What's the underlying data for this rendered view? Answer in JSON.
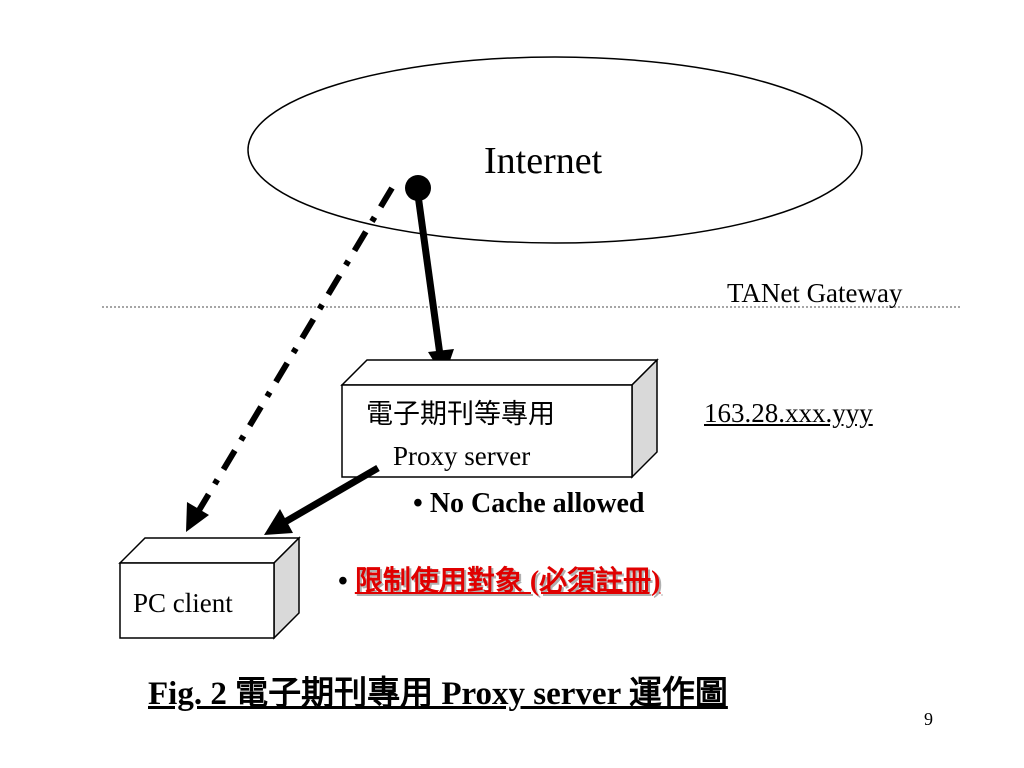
{
  "internet_label": "Internet",
  "gateway_label": "TANet Gateway",
  "ip_label": "163.28.xxx.yyy",
  "proxy": {
    "line1": "電子期刊等專用",
    "line2": "Proxy server"
  },
  "pc_label": "PC client",
  "bullets": [
    {
      "marker": "•",
      "text": "No Cache allowed"
    },
    {
      "marker": "•",
      "text": "限制使用對象 (必須註冊)"
    }
  ],
  "caption": "Fig. 2 電子期刊專用 Proxy server 運作圖",
  "page_number": "9",
  "colors": {
    "restriction_text": "#e00000",
    "box_side": "#d9d9d9",
    "divider": "#888888"
  }
}
